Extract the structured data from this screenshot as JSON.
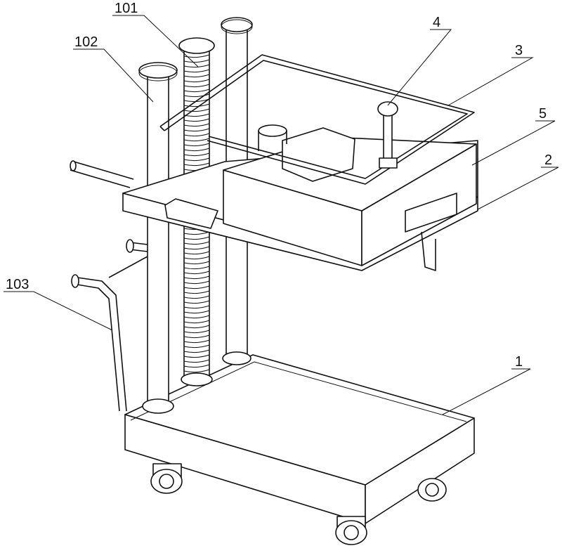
{
  "figure": {
    "labels": [
      {
        "id": "label-101",
        "text": "101"
      },
      {
        "id": "label-102",
        "text": "102"
      },
      {
        "id": "label-4",
        "text": "4"
      },
      {
        "id": "label-3",
        "text": "3"
      },
      {
        "id": "label-5",
        "text": "5"
      },
      {
        "id": "label-2",
        "text": "2"
      },
      {
        "id": "label-103",
        "text": "103"
      },
      {
        "id": "label-1",
        "text": "1"
      }
    ]
  }
}
